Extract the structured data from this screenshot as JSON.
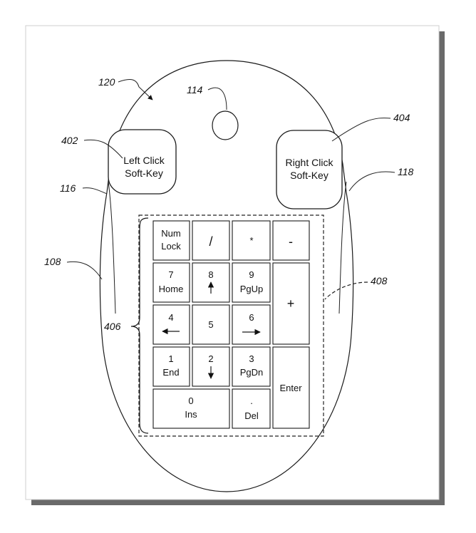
{
  "refs": {
    "r120": "120",
    "r114": "114",
    "r402": "402",
    "r404": "404",
    "r116": "116",
    "r118": "118",
    "r108": "108",
    "r408": "408",
    "r406": "406"
  },
  "softkeys": {
    "left": [
      "Left Click",
      "Soft-Key"
    ],
    "right": [
      "Right Click",
      "Soft-Key"
    ]
  },
  "keys": {
    "numlock": [
      "Num",
      "Lock"
    ],
    "slash": "/",
    "star": "*",
    "minus": "-",
    "k7": [
      "7",
      "Home"
    ],
    "k8": "8",
    "k9": [
      "9",
      "PgUp"
    ],
    "plus": "+",
    "k4": "4",
    "k5": "5",
    "k6": "6",
    "k1": [
      "1",
      "End"
    ],
    "k2": "2",
    "k3": [
      "3",
      "PgDn"
    ],
    "enter": "Enter",
    "k0": [
      "0",
      "Ins"
    ],
    "dot": [
      ".",
      "Del"
    ]
  },
  "icons": {
    "up": "arrow-up-icon",
    "down": "arrow-down-icon",
    "left": "arrow-left-icon",
    "right": "arrow-right-icon"
  }
}
